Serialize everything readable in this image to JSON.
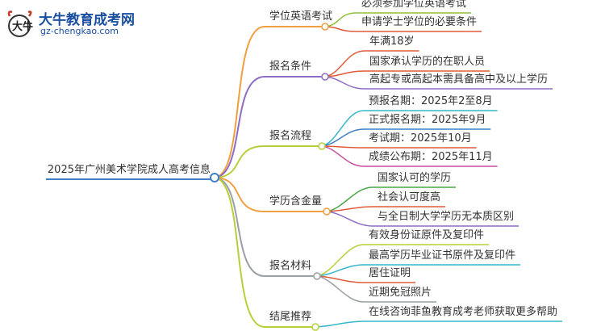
{
  "logo": {
    "title": "大牛教育成考网",
    "url": "gz-chengkao.com",
    "mark_text": "大牛"
  },
  "root": "2025年广州美术学院成人高考信息",
  "branches": [
    {
      "label": "学位英语考试",
      "color": "#f0a040",
      "items": [
        "必须参加学位英语考试",
        "申请学士学位的必要条件"
      ],
      "item_colors": [
        "#8fbf3a",
        "#e05b3a"
      ]
    },
    {
      "label": "报名条件",
      "color": "#8e6cc4",
      "items": [
        "年满18岁",
        "国家承认学历的在职人员",
        "高起专或高起本需具备高中及以上学历"
      ],
      "item_colors": [
        "#e05b3a",
        "#e05b3a",
        "#8e6cc4"
      ]
    },
    {
      "label": "报名流程",
      "color": "#b6cf3a",
      "items": [
        "预报名期：2025年2至8月",
        "正式报名期：2025年9月",
        "考试期：2025年10月",
        "成绩公布期：2025年11月"
      ],
      "item_colors": [
        "#36b7c9",
        "#3f7fc7",
        "#e05b3a",
        "#c84f9f"
      ]
    },
    {
      "label": "学历含金量",
      "color": "#f0a040",
      "items": [
        "国家认可的学历",
        "社会认可度高",
        "与全日制大学学历无本质区别"
      ],
      "item_colors": [
        "#4aa64a",
        "#e05b3a",
        "#8e6cc4"
      ]
    },
    {
      "label": "报名材料",
      "color": "#9aa0a6",
      "items": [
        "有效身份证原件及复印件",
        "最高学历毕业证书原件及复印件",
        "居住证明",
        "近期免冠照片"
      ],
      "item_colors": [
        "#b6cf3a",
        "#36b7c9",
        "#e05b3a",
        "#9aa0a6"
      ]
    },
    {
      "label": "结尾推荐",
      "color": "#b6cf3a",
      "items": [
        "在线咨询菲鱼教育成考老师获取更多帮助"
      ],
      "item_colors": [
        "#36b7c9"
      ]
    }
  ]
}
